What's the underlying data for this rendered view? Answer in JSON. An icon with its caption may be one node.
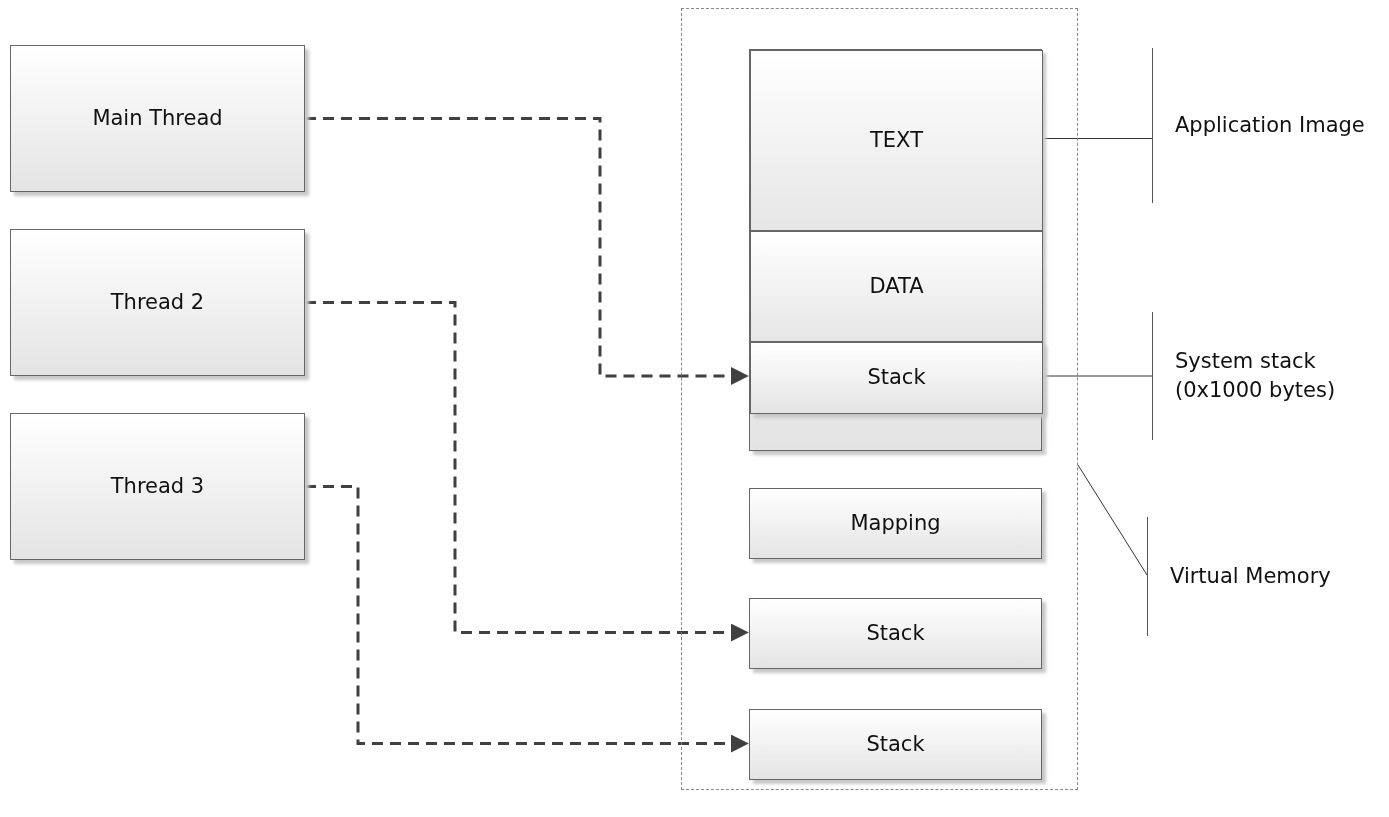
{
  "diagram": {
    "nodes": [
      {
        "text": [
          "Main Thread"
        ]
      },
      {
        "text": [
          "Thread 2"
        ]
      },
      {
        "text": [
          "Thread 3"
        ]
      },
      {
        "text": [],
        "shape": "box"
      },
      {
        "text": [],
        "shape": "box",
        "in": 3
      },
      {
        "text": [
          "TEXT"
        ],
        "in": 4
      },
      {
        "text": [
          "DATA"
        ],
        "in": 4
      },
      {
        "text": [
          "Stack"
        ],
        "in": 4
      },
      {
        "text": [
          "Mapping"
        ],
        "in": 3
      },
      {
        "text": [
          "Stack"
        ],
        "in": 3
      },
      {
        "text": [
          "Stack"
        ],
        "in": 3
      },
      {
        "text": [
          "Application Image"
        ]
      },
      {
        "text": [
          "System stack (0x1000 bytes)"
        ]
      },
      {
        "text": [
          "Virtual Memory"
        ]
      }
    ],
    "edges": [
      {
        "from": 0,
        "to": 7,
        "arrow": "to",
        "style": "dashed"
      },
      {
        "from": 1,
        "to": 9,
        "arrow": "to",
        "style": "dashed"
      },
      {
        "from": 2,
        "to": 10,
        "arrow": "to",
        "style": "dashed"
      },
      {
        "from": 11,
        "to": 5,
        "arrow": "none"
      },
      {
        "from": 12,
        "to": 7,
        "arrow": "none"
      },
      {
        "from": 13,
        "to": 3,
        "arrow": "none"
      }
    ]
  }
}
